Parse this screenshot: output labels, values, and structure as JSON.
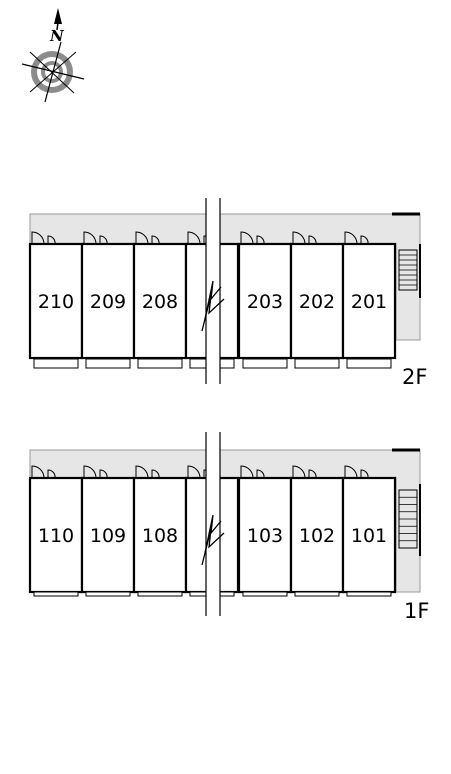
{
  "compass": {
    "north_label": "N",
    "icon": "compass-rose-icon"
  },
  "floors": [
    {
      "id": "2F",
      "label": "2F",
      "units_left": [
        "210",
        "209",
        "208",
        ""
      ],
      "units_right": [
        "203",
        "202",
        "201"
      ]
    },
    {
      "id": "1F",
      "label": "1F",
      "units_left": [
        "110",
        "109",
        "108",
        ""
      ],
      "units_right": [
        "103",
        "102",
        "101"
      ]
    }
  ],
  "colors": {
    "corridor": "#e6e6e6",
    "wall": "#000000",
    "room": "#ffffff",
    "compass_ring": "#8c8c8c"
  }
}
